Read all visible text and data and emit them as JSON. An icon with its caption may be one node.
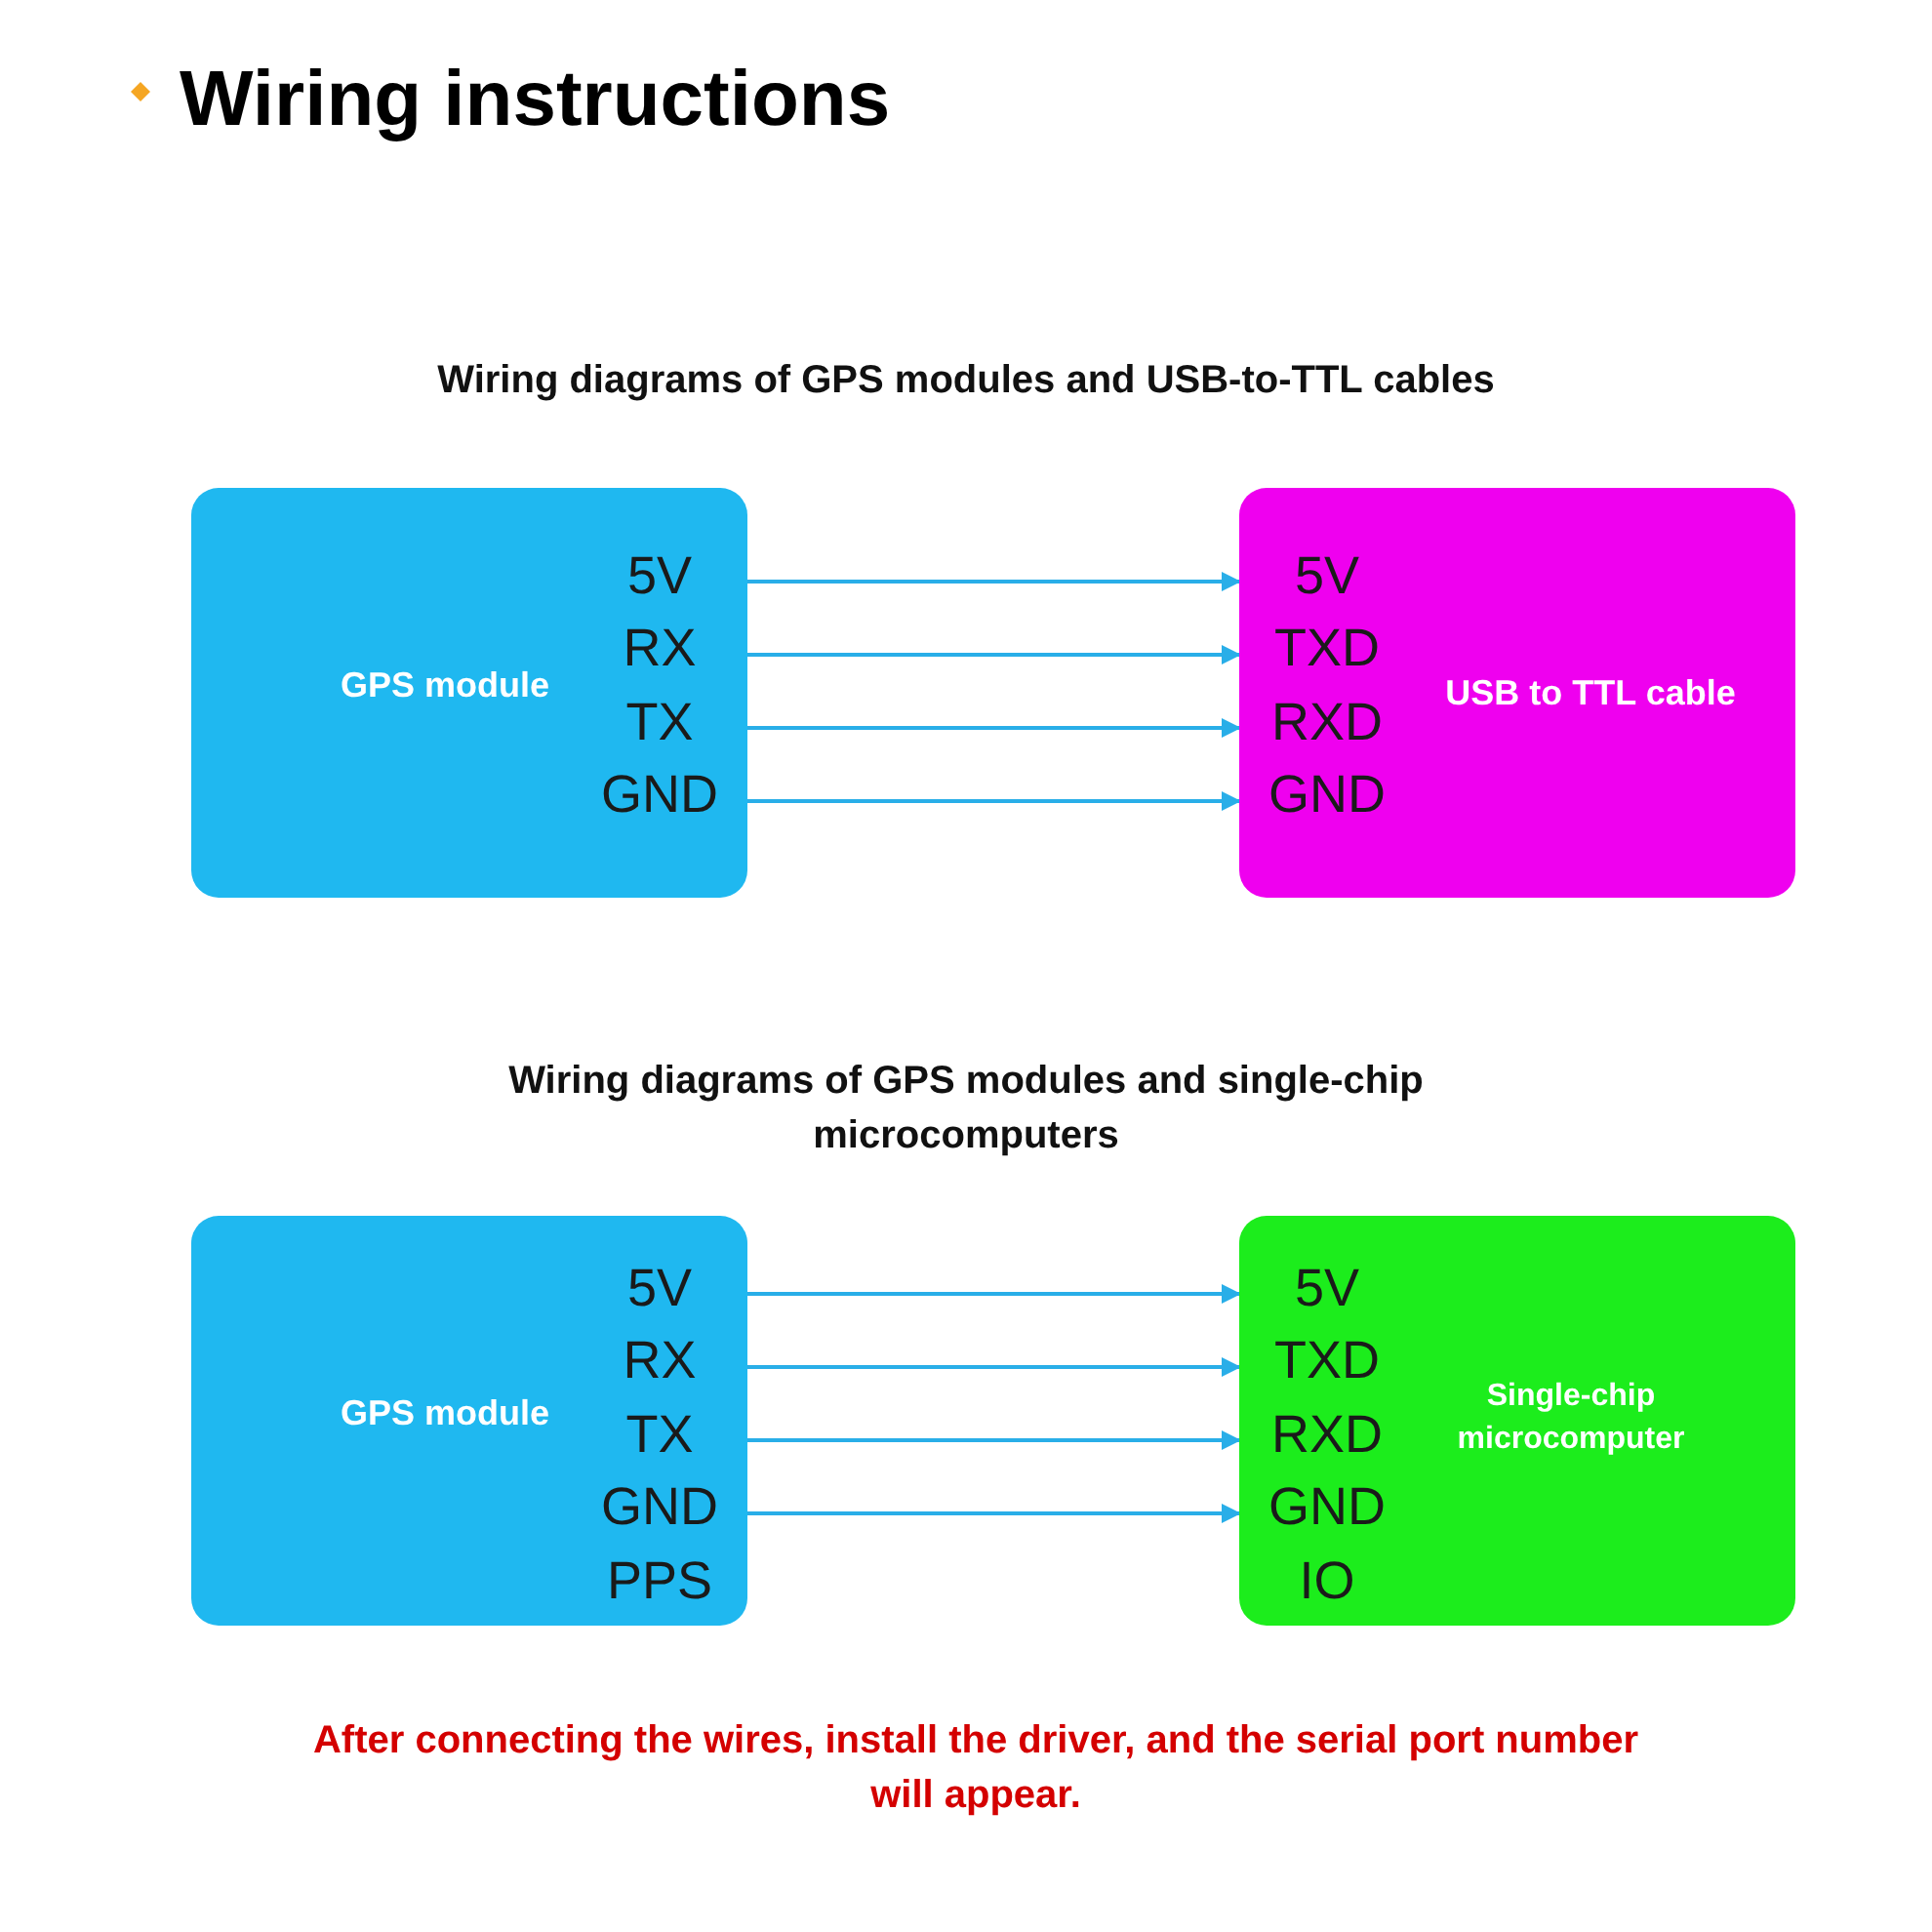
{
  "diagram": {
    "title": "Wiring instructions",
    "nodes": [
      {
        "text": [
          "GPS module"
        ]
      },
      {
        "text": [
          "5V"
        ],
        "in": 0
      },
      {
        "text": [
          "RX"
        ],
        "in": 0
      },
      {
        "text": [
          "TX"
        ],
        "in": 0
      },
      {
        "text": [
          "GND"
        ],
        "in": 0
      },
      {
        "text": [
          "USB to TTL cable"
        ]
      },
      {
        "text": [
          "5V"
        ],
        "in": 5
      },
      {
        "text": [
          "TXD"
        ],
        "in": 5
      },
      {
        "text": [
          "RXD"
        ],
        "in": 5
      },
      {
        "text": [
          "GND"
        ],
        "in": 5
      },
      {
        "text": [
          "GPS module"
        ]
      },
      {
        "text": [
          "5V"
        ],
        "in": 10
      },
      {
        "text": [
          "RX"
        ],
        "in": 10
      },
      {
        "text": [
          "TX"
        ],
        "in": 10
      },
      {
        "text": [
          "GND"
        ],
        "in": 10
      },
      {
        "text": [
          "PPS"
        ],
        "in": 10
      },
      {
        "text": [
          "Single-chip microcomputer"
        ]
      },
      {
        "text": [
          "5V"
        ],
        "in": 16
      },
      {
        "text": [
          "TXD"
        ],
        "in": 16
      },
      {
        "text": [
          "RXD"
        ],
        "in": 16
      },
      {
        "text": [
          "GND"
        ],
        "in": 16
      },
      {
        "text": [
          "IO"
        ],
        "in": 16
      }
    ],
    "edges": [
      {
        "from": 1,
        "to": 6,
        "arrow": "to"
      },
      {
        "from": 2,
        "to": 7,
        "arrow": "to"
      },
      {
        "from": 3,
        "to": 8,
        "arrow": "to"
      },
      {
        "from": 4,
        "to": 9,
        "arrow": "to"
      },
      {
        "from": 11,
        "to": 17,
        "arrow": "to"
      },
      {
        "from": 12,
        "to": 18,
        "arrow": "to"
      },
      {
        "from": 13,
        "to": 19,
        "arrow": "to"
      },
      {
        "from": 14,
        "to": 20,
        "arrow": "to"
      }
    ],
    "labels": [
      "Wiring diagrams of GPS modules and USB-to-TTL cables",
      "Wiring diagrams of GPS modules and single-chip microcomputers",
      "After connecting the wires, install the driver, and the serial port number will appear."
    ]
  }
}
